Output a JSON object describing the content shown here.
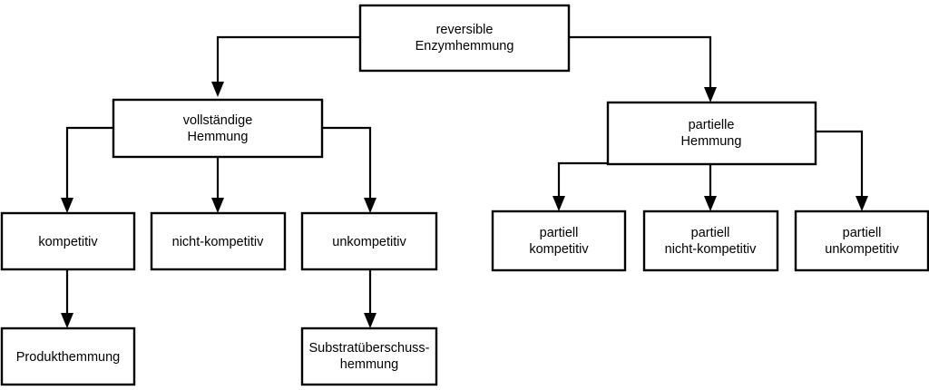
{
  "diagram": {
    "title": "reversible Enzymhemmung",
    "background_color": "#ffffff",
    "line_color": "#000000",
    "box_fill": "#ffffff",
    "nodes": {
      "root": {
        "line1": "reversible",
        "line2": "Enzymhemmung"
      },
      "vollstaendige": {
        "line1": "vollständige",
        "line2": "Hemmung"
      },
      "partielle": {
        "line1": "partielle",
        "line2": "Hemmung"
      },
      "kompetitiv": {
        "line1": "kompetitiv",
        "line2": ""
      },
      "nicht_kompetitiv": {
        "line1": "nicht-kompetitiv",
        "line2": ""
      },
      "unkompetitiv": {
        "line1": "unkompetitiv",
        "line2": ""
      },
      "partiell_kompetitiv": {
        "line1": "partiell",
        "line2": "kompetitiv"
      },
      "partiell_nicht_kompetitiv": {
        "line1": "partiell",
        "line2": "nicht-kompetitiv"
      },
      "partiell_unkompetitiv": {
        "line1": "partiell",
        "line2": "unkompetitiv"
      },
      "produkthemmung": {
        "line1": "Produkthemmung",
        "line2": ""
      },
      "substratueberschusshemmung": {
        "line1": "Substratüberschuss-",
        "line2": "hemmung"
      }
    }
  }
}
